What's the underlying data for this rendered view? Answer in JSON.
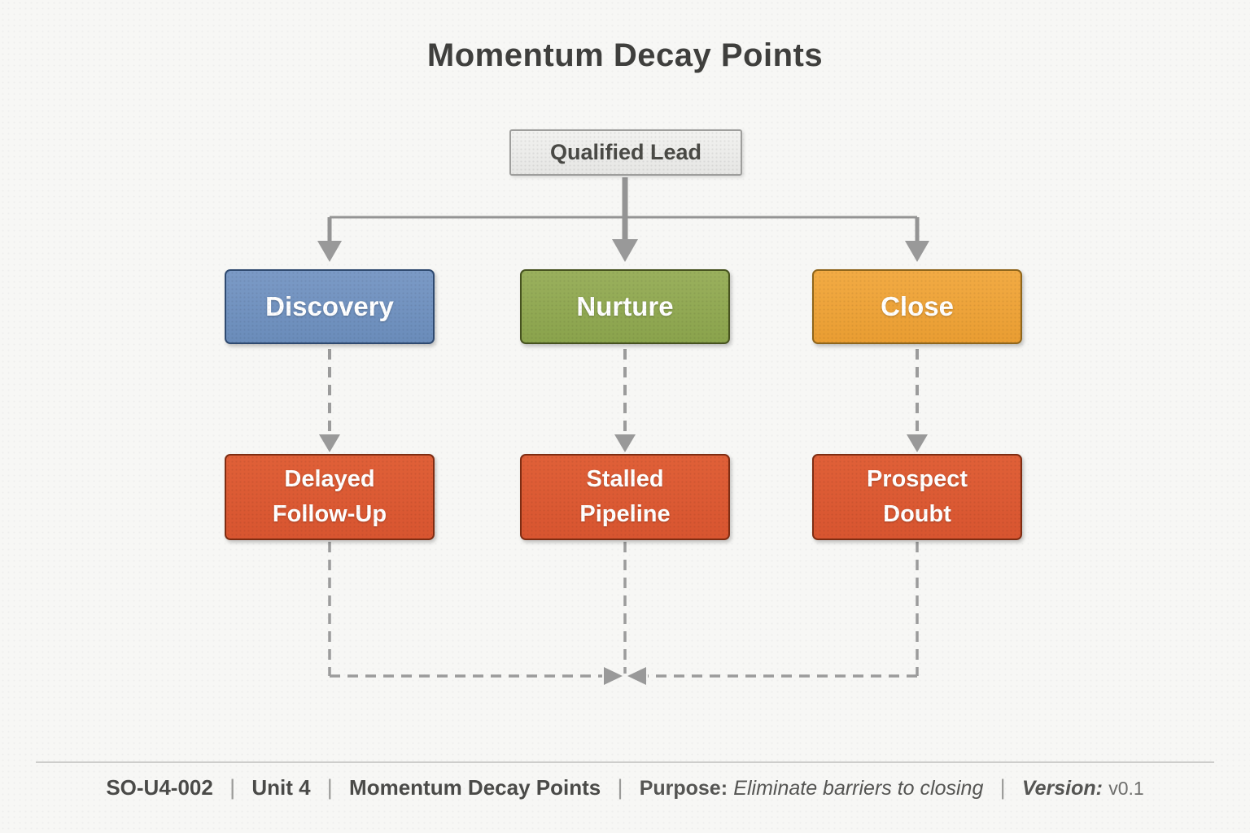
{
  "title": "Momentum Decay Points",
  "diagram": {
    "root": {
      "label": "Qualified Lead",
      "fill": "#ececea",
      "border": "#9e9e9c"
    },
    "stages": [
      {
        "label": "Discovery",
        "fill": "#7193c1",
        "border": "#2f4a70"
      },
      {
        "label": "Nurture",
        "fill": "#90a954",
        "border": "#46521f"
      },
      {
        "label": "Close",
        "fill": "#eea43c",
        "border": "#8f651b"
      }
    ],
    "decay_points": [
      {
        "label": "Delayed Follow-Up",
        "fill": "#dc5a34",
        "border": "#7e2d13"
      },
      {
        "label": "Stalled Pipeline",
        "fill": "#dc5a34",
        "border": "#7e2d13"
      },
      {
        "label": "Prospect Doubt",
        "fill": "#dc5a34",
        "border": "#7e2d13"
      }
    ],
    "connector_color": "#999999",
    "connector_styles": {
      "root_to_stage": "solid",
      "stage_to_decay": "dashed",
      "decay_convergence": "dashed"
    }
  },
  "footer": {
    "doc_id": "SO-U4-002",
    "unit": "Unit 4",
    "doc_title": "Momentum Decay Points",
    "purpose_label": "Purpose:",
    "purpose_value": "Eliminate barriers to closing",
    "version_label": "Version:",
    "version_value": "v0.1",
    "separator": "|"
  }
}
